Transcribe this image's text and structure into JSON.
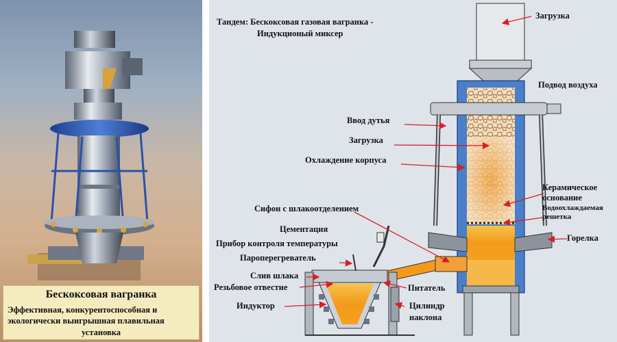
{
  "photo": {
    "caption_title": "Бескоксовая вагранка",
    "caption_lines": [
      "Эффективная, конкурентоспособная и",
      "экологически выигрышная плавильная",
      "установка"
    ]
  },
  "diagram": {
    "title_line1": "Тандем: Бескоксовая газовая вагранка -",
    "title_line2": "Индукционый миксер",
    "labels": {
      "zagruzka_top": "Загрузка",
      "podvod_vozduha": "Подвод воздуха",
      "vvod_dutya": "Ввод дутья",
      "zagruzka": "Загрузка",
      "ohlazhdenie": "Охлаждение корпуса",
      "keramicheskoe1": "Керамическое",
      "keramicheskoe2": "основание",
      "vodoohl1": "Водоохлаждаемая",
      "vodoohl2": "решетка",
      "sifon": "Сифон с шлакоотделением",
      "cementacia": "Цементация",
      "pribor": "Прибор контроля температуры",
      "paroperegrevatel": "Пароперегреватель",
      "gorelka": "Горелка",
      "sliv_shlaka": "Слив шлака",
      "rezbovoe": "Резьбовое отвестие",
      "pitatel": "Питатель",
      "induktor": "Индуктор",
      "cilindr1": "Цилиндр",
      "cilindr2": "наклона"
    },
    "colors": {
      "arrow_red": "#d81f26",
      "shaft_blue": "#4a7fc9",
      "melt_orange": "#f39a1c",
      "panel_bg": "#dfe3ea"
    }
  }
}
